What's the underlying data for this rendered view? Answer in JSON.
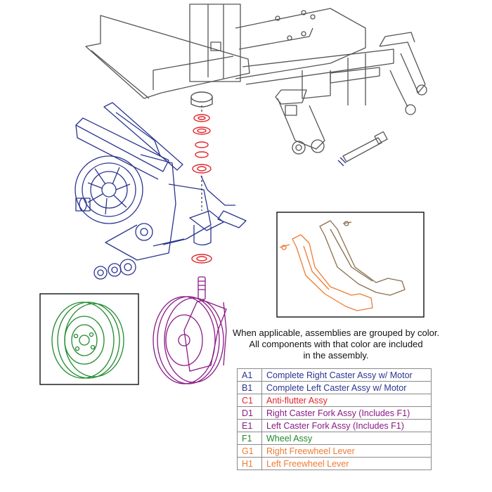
{
  "note": {
    "line1": "When applicable, assemblies are grouped by color.",
    "line2": "All components with that color are included",
    "line3": "in the assembly."
  },
  "legend": [
    {
      "code": "A1",
      "desc": "Complete Right Caster Assy w/ Motor",
      "color": "#2a3590"
    },
    {
      "code": "B1",
      "desc": "Complete Left Caster Assy w/ Motor",
      "color": "#2a3590"
    },
    {
      "code": "C1",
      "desc": "Anti-flutter Assy",
      "color": "#e0262b"
    },
    {
      "code": "D1",
      "desc": "Right Caster Fork Assy (Includes F1)",
      "color": "#8a1a86"
    },
    {
      "code": "E1",
      "desc": "Left Caster Fork Assy (Includes F1)",
      "color": "#8a1a86"
    },
    {
      "code": "F1",
      "desc": "Wheel Assy",
      "color": "#1f8a2c"
    },
    {
      "code": "G1",
      "desc": "Right Freewheel Lever",
      "color": "#ee7b33"
    },
    {
      "code": "H1",
      "desc": "Left Freewheel Lever",
      "color": "#ee7b33"
    }
  ]
}
